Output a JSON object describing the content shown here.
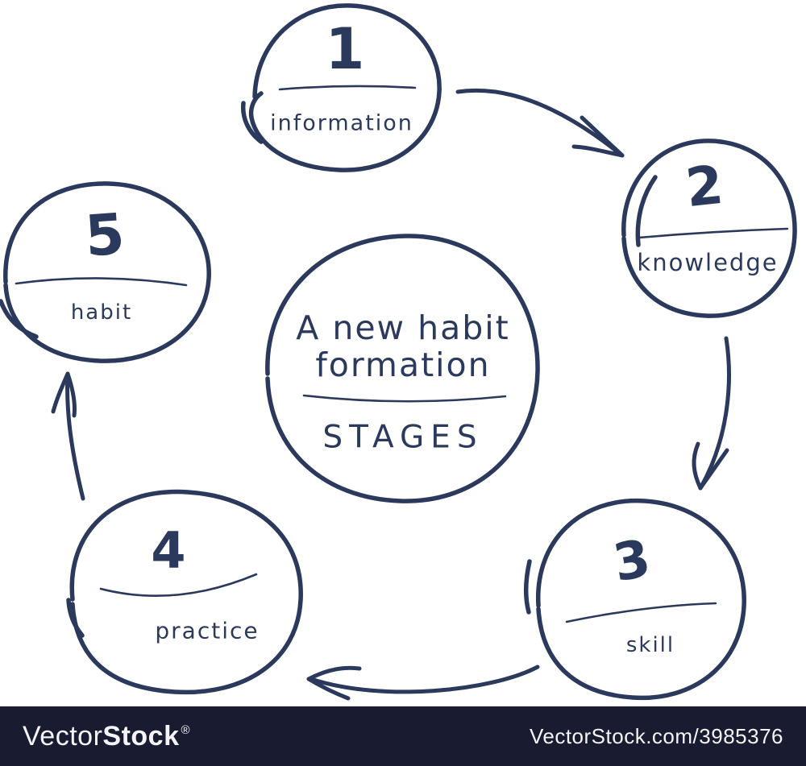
{
  "diagram": {
    "ink_color": "#2b3a5c",
    "background_color": "#ffffff",
    "center": {
      "title_line1": "A new habit",
      "title_line2": "formation",
      "subtitle": "STAGES"
    },
    "stages": [
      {
        "number": "1",
        "label": "information"
      },
      {
        "number": "2",
        "label": "knowledge"
      },
      {
        "number": "3",
        "label": "skill"
      },
      {
        "number": "4",
        "label": "practice"
      },
      {
        "number": "5",
        "label": "habit"
      }
    ],
    "arrows": [
      {
        "from": "information",
        "to": "knowledge"
      },
      {
        "from": "knowledge",
        "to": "skill"
      },
      {
        "from": "skill",
        "to": "practice"
      },
      {
        "from": "practice",
        "to": "habit"
      }
    ]
  },
  "watermark": {
    "bar_color": "#191c31",
    "logo_light": "Vector",
    "logo_bold": "Stock",
    "registered_mark": "®",
    "credit": "VectorStock.com/3985376"
  }
}
